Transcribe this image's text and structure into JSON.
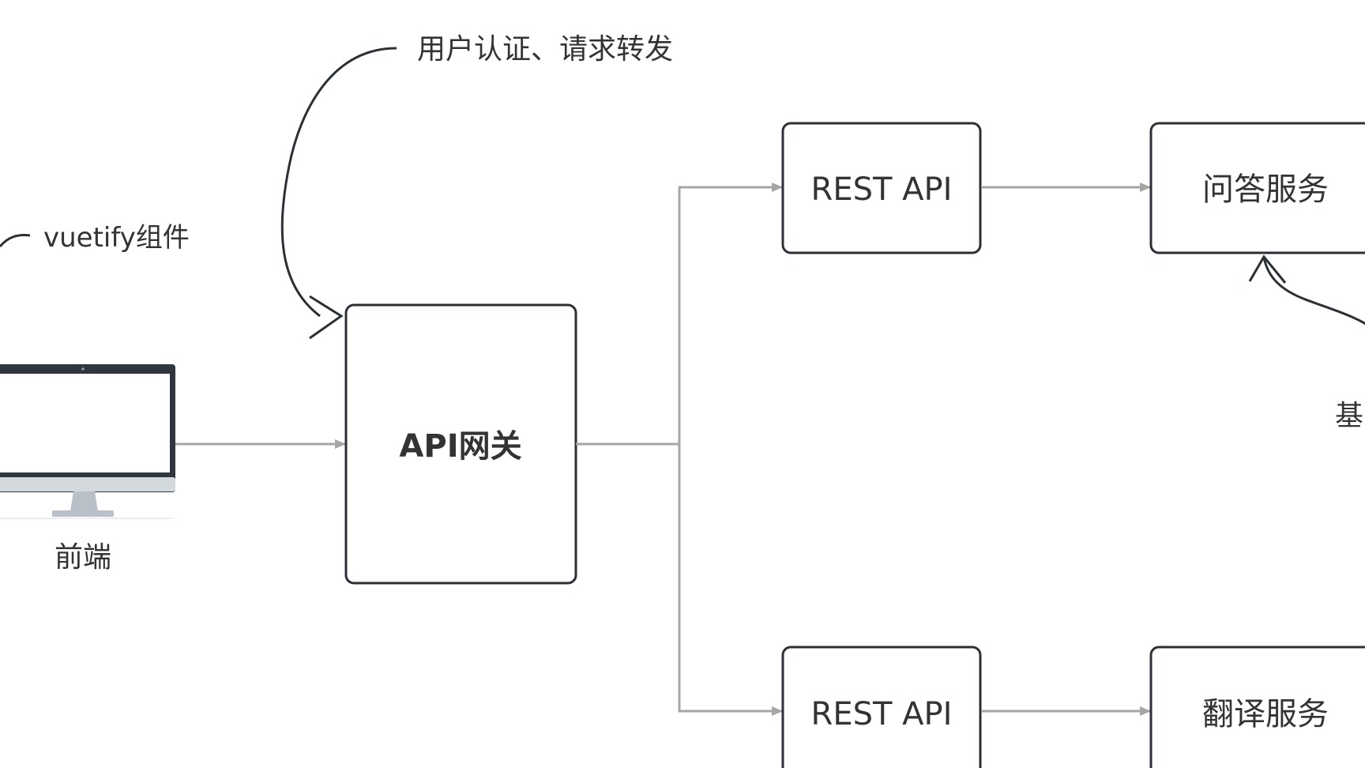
{
  "diagram": {
    "nodes": {
      "frontend": {
        "label": "前端"
      },
      "gateway": {
        "label": "API网关"
      },
      "rest_api_top": {
        "label": "REST API"
      },
      "rest_api_bottom": {
        "label": "REST API"
      },
      "qa_service": {
        "label": "问答服务"
      },
      "translate_service": {
        "label": "翻译服务"
      }
    },
    "annotations": {
      "vuetify": "vuetify组件",
      "gateway_note": "用户认证、请求转发",
      "qa_note_partial": "基于"
    },
    "colors": {
      "box_stroke": "#2b2f36",
      "connector": "#a6a6a6",
      "text": "#333333",
      "monitor_frame": "#2f3640",
      "monitor_stand": "#b9c0c8"
    }
  }
}
